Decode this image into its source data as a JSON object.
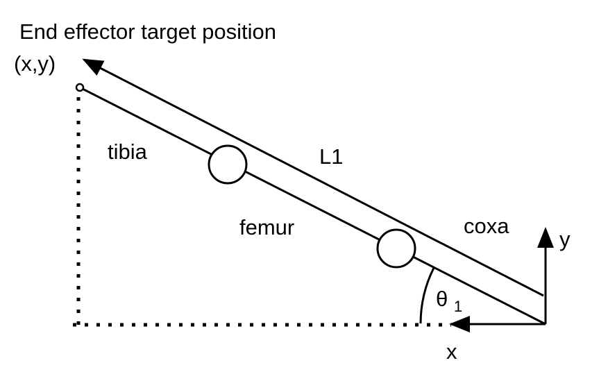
{
  "title": "End effector target position",
  "target": "(x,y)",
  "segments": {
    "tibia": "tibia",
    "femur": "femur",
    "coxa": "coxa"
  },
  "length": "L1",
  "axes": {
    "x": "x",
    "y": "y"
  },
  "angle": {
    "symbol": "θ",
    "subscript": "1"
  },
  "colors": {
    "stroke": "#000000",
    "background": "#ffffff"
  }
}
